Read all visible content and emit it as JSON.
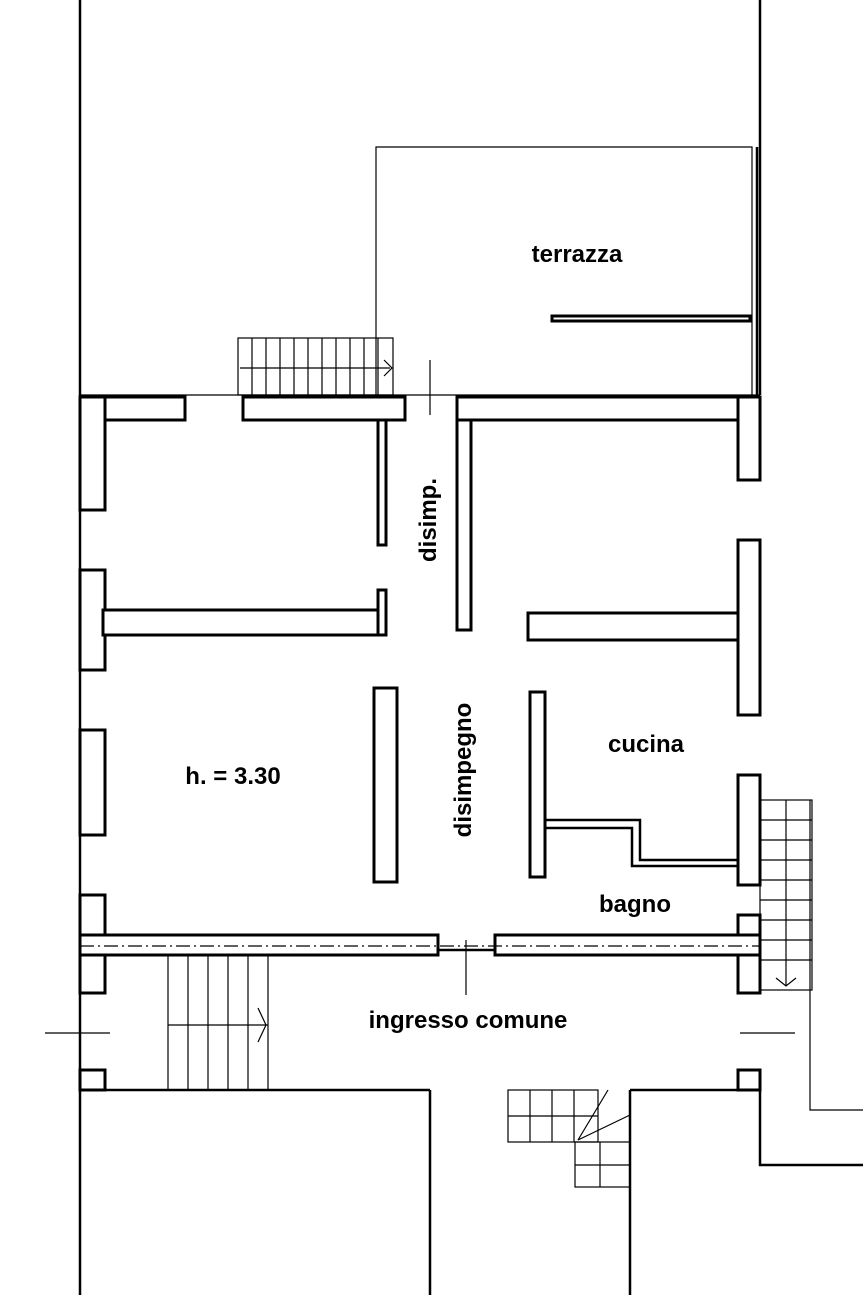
{
  "plan": {
    "rooms": {
      "terrace": "terrazza",
      "small_hall": "disimp.",
      "room_height": "h. = 3.30",
      "hall": "disimpegno",
      "kitchen": "cucina",
      "bathroom": "bagno",
      "common_entrance": "ingresso comune"
    }
  }
}
